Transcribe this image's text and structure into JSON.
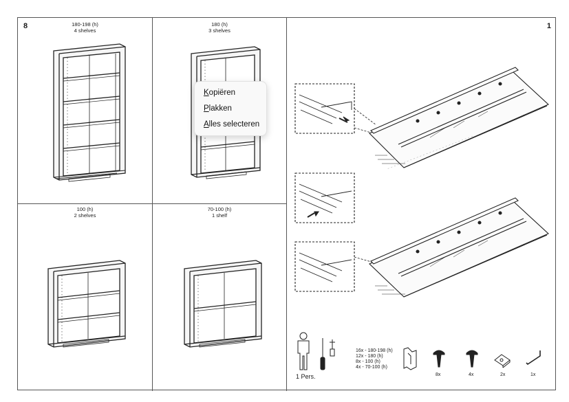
{
  "page_left_number": "8",
  "page_right_number": "1",
  "panels": [
    {
      "title": "180-198 (h)",
      "subtitle": "4 shelves"
    },
    {
      "title": "180 (h)",
      "subtitle": "3 shelves"
    },
    {
      "title": "100 (h)",
      "subtitle": "2 shelves"
    },
    {
      "title": "70-100 (h)",
      "subtitle": "1 shelf"
    }
  ],
  "context_menu": {
    "items": [
      {
        "mnemonic": "K",
        "rest": "opiëren"
      },
      {
        "mnemonic": "P",
        "rest": "lakken"
      },
      {
        "mnemonic": "A",
        "rest": "lles selecteren"
      }
    ]
  },
  "parts": {
    "persons_label": "1 Pers.",
    "clip_counts": [
      "16x - 180-198 (h)",
      "12x - 180 (h)",
      "8x - 100 (h)",
      "4x -  70-100 (h)"
    ],
    "screw_large_qty": "8x",
    "screw_small_qty": "4x",
    "bracket_qty": "2x",
    "allen_key_qty": "1x"
  },
  "icons": [
    "person-icon",
    "screwdriver-icon",
    "clip-icon",
    "screw-icon",
    "bracket-icon",
    "allen-key-icon",
    "arrow-icon"
  ]
}
